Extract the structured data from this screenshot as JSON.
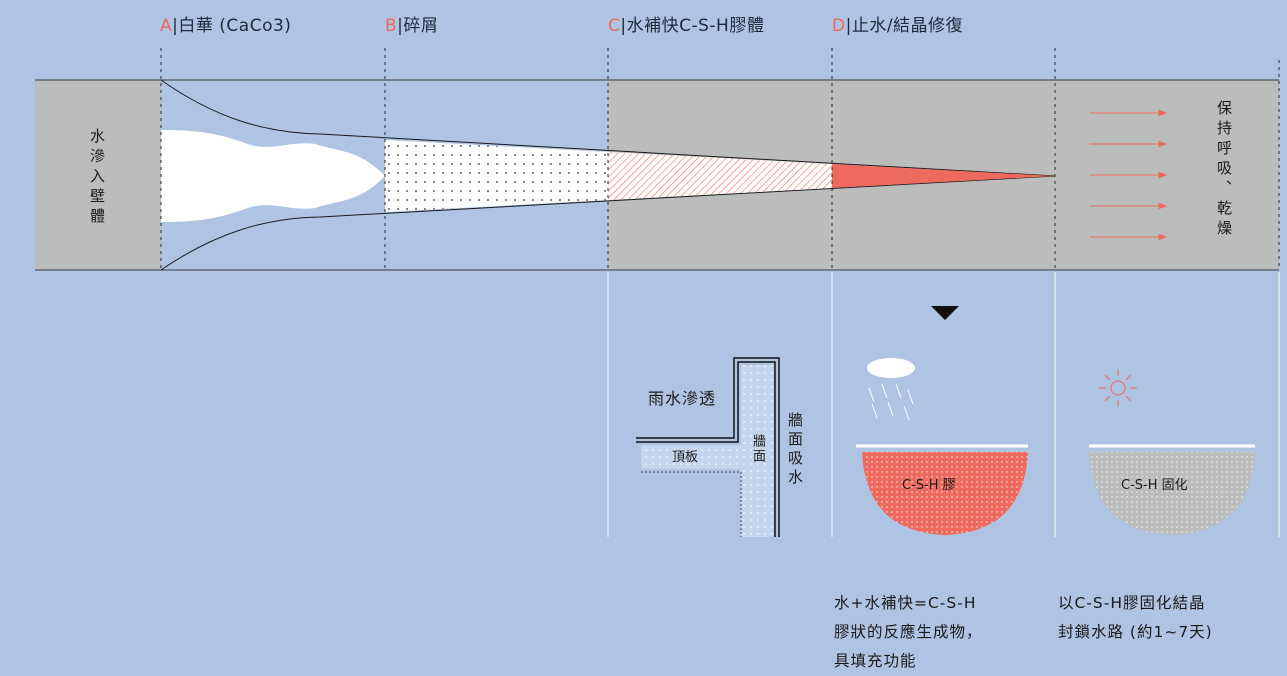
{
  "stage_labels": [
    {
      "letter": "A",
      "sep": "|",
      "text": "白華 (CaCo3)"
    },
    {
      "letter": "B",
      "sep": "|",
      "text": "碎屑"
    },
    {
      "letter": "C",
      "sep": "|",
      "text": "水補快C-S-H膠體"
    },
    {
      "letter": "D",
      "sep": "|",
      "text": "止水/結晶修復"
    }
  ],
  "wall_left": "水滲入壁體",
  "wall_right": "保持呼吸、乾燥",
  "detail": {
    "rain": "雨水滲透",
    "slab": "頂板",
    "wall_inner": "牆面",
    "wall_absorb": "牆面吸水"
  },
  "bowls": {
    "gel": "C-S-H 膠",
    "cured": "C-S-H 固化"
  },
  "captions": {
    "d_line1": "水+水補快=C-S-H",
    "d_line2": "膠狀的反應生成物，",
    "d_line3": "具填充功能",
    "e_line1": "以C-S-H膠固化結晶",
    "e_line2": "封鎖水路 (約1~7天)"
  },
  "colors": {
    "background": "#afc4e3",
    "wall": "#bbbdbd",
    "accent": "#ee6a5e",
    "white": "#ffffff"
  }
}
